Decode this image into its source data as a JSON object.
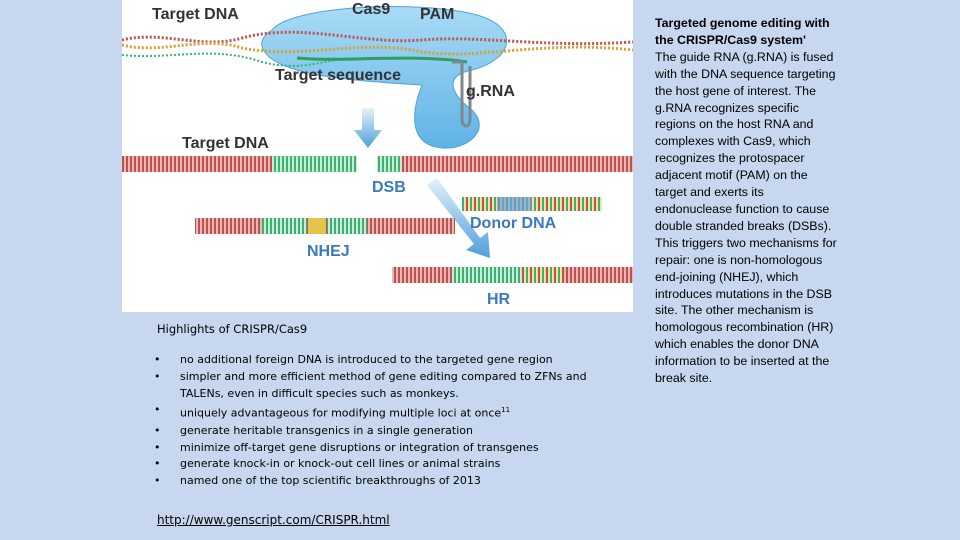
{
  "figure": {
    "labels": {
      "target_dna_top": "Target DNA",
      "cas9": "Cas9",
      "pam": "PAM",
      "target_sequence": "Target sequence",
      "grna": "g.RNA",
      "target_dna_mid": "Target DNA",
      "dsb": "DSB",
      "donor_dna": "Donor DNA",
      "nhej": "NHEJ",
      "hr": "HR"
    },
    "colors": {
      "dna_red": "#c0504d",
      "dna_green": "#3bb273",
      "cas9_blue": "#7fc4ec",
      "arrow_blue": "#6aaee0",
      "label_blue": "#3a78c2"
    }
  },
  "highlights": {
    "title": "Highlights of CRISPR/Cas9",
    "bullet": "•",
    "items": [
      {
        "text": "no additional foreign DNA is introduced to the targeted gene region",
        "sup": ""
      },
      {
        "text": "simpler and more efficient method of gene editing compared to ZFNs and TALENs, even in difficult species such as monkeys.",
        "sup": ""
      },
      {
        "text": "uniquely advantageous for modifying multiple loci at once",
        "sup": "11"
      },
      {
        "text": "generate heritable transgenics in a single generation",
        "sup": ""
      },
      {
        "text": "minimize off-target gene disruptions or integration of transgenes",
        "sup": ""
      },
      {
        "text": "generate knock-in or knock-out cell lines or animal strains",
        "sup": ""
      },
      {
        "text": "named one of the top scientific breakthroughs of 2013",
        "sup": ""
      }
    ]
  },
  "link": "http://www.genscript.com/CRISPR.html",
  "caption": {
    "title": "Targeted genome editing with the CRISPR/Cas9 system'",
    "body": "The guide RNA (g.RNA) is fused with the DNA sequence targeting the host gene of interest. The g.RNA recognizes specific regions on the host RNA and complexes with Cas9, which recognizes the protospacer adjacent motif (PAM) on the target and exerts its endonuclease function to cause double stranded breaks (DSBs). This triggers two mechanisms for repair: one is non-homologous end-joining (NHEJ), which introduces mutations in the DSB site. The other mechanism is homologous recombination (HR) which enables the donor DNA information to be inserted at the break site."
  }
}
